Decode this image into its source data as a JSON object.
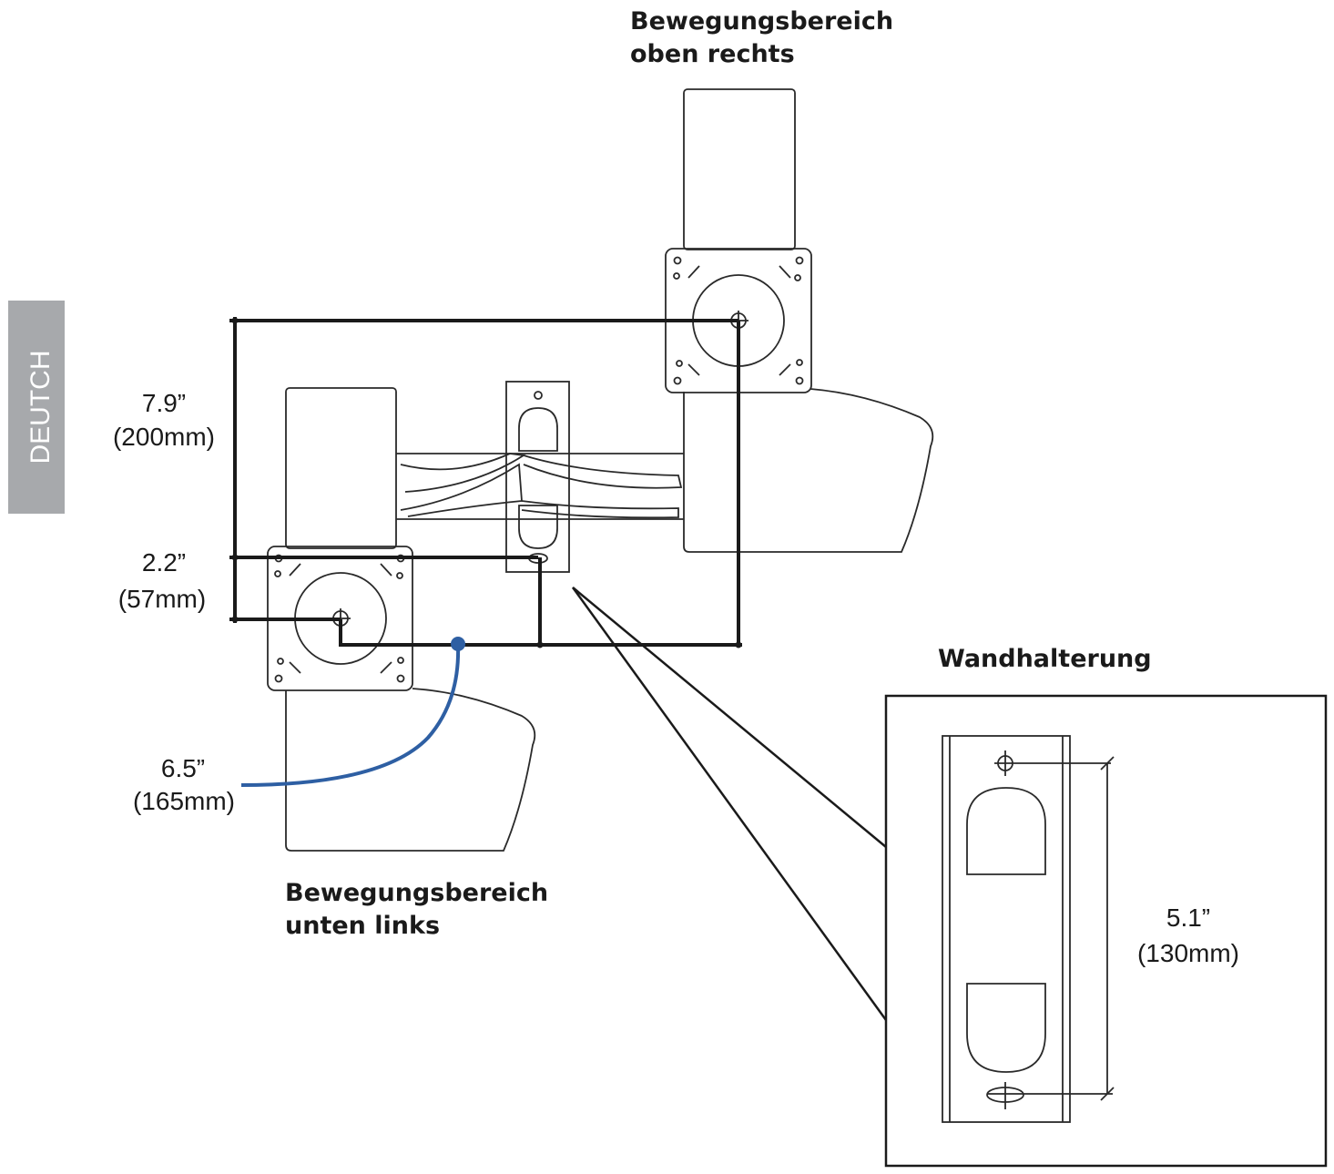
{
  "side_tab": {
    "text": "DEUTCH",
    "color": "#a7a9ac"
  },
  "labels": {
    "upper_right_line1": "Bewegungsbereich",
    "upper_right_line2": "oben rechts",
    "lower_left_line1": "Bewegungsbereich",
    "lower_left_line2": "unten links",
    "wall_mount": "Wandhalterung"
  },
  "dimensions": {
    "vertical_total": {
      "inch": "7.9”",
      "mm": "(200mm)"
    },
    "vertical_offset": {
      "inch": "2.2”",
      "mm": "(57mm)"
    },
    "horizontal": {
      "inch": "6.5”",
      "mm": "(165mm)"
    },
    "wall_holes": {
      "inch": "5.1”",
      "mm": "(130mm)"
    }
  },
  "colors": {
    "line": "#1a1a1a",
    "callout": "#2e5fa3"
  }
}
